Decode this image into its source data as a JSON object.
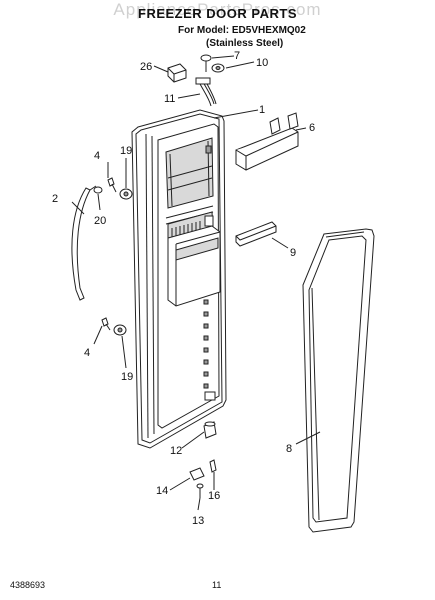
{
  "watermark": "AppliancePartsPros.com",
  "header": {
    "title": "FREEZER DOOR PARTS",
    "model_line": "For Model: ED5VHEXMQ02",
    "variant_line": "(Stainless Steel)"
  },
  "callouts": {
    "c1": "1",
    "c2": "2",
    "c4a": "4",
    "c4b": "4",
    "c6": "6",
    "c7": "7",
    "c8": "8",
    "c9": "9",
    "c10": "10",
    "c11": "11",
    "c12": "12",
    "c13": "13",
    "c14": "14",
    "c16": "16",
    "c19a": "19",
    "c19b": "19",
    "c20": "20",
    "c26": "26"
  },
  "footer": {
    "doc_number": "4388693",
    "page_number": "11"
  }
}
